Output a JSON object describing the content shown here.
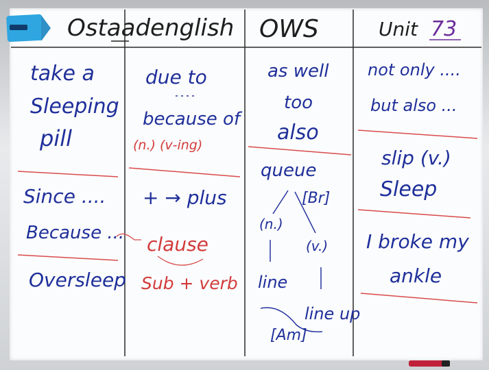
{
  "board": {
    "header": {
      "col1": "Ostaadenglish",
      "col2": "OWS",
      "col3_prefix": "Unit",
      "col3_number": "73"
    },
    "col1": {
      "line1": "take a",
      "line2": "Sleeping",
      "line3": "pill",
      "line4": "Since ....",
      "line5": "Because ...",
      "line6": "Oversleep"
    },
    "col2": {
      "line1": "due to",
      "line2": "because of",
      "line3": "(n.) (v-ing)",
      "line4": "+ → plus",
      "line5": "clause",
      "line6": "Sub + verb"
    },
    "col3": {
      "line1": "as well",
      "line2": "too",
      "line3": "also",
      "line4": "queue",
      "line5": "[Br]",
      "line6": "(n.)",
      "line7": "(v.)",
      "line8": "line",
      "line9": "line up",
      "line10": "[Am]"
    },
    "col4": {
      "line1": "not only ....",
      "line2": "but also ...",
      "line3": "slip (v.)",
      "line4": "Sleep",
      "line5": "I broke my",
      "line6": "ankle"
    }
  }
}
